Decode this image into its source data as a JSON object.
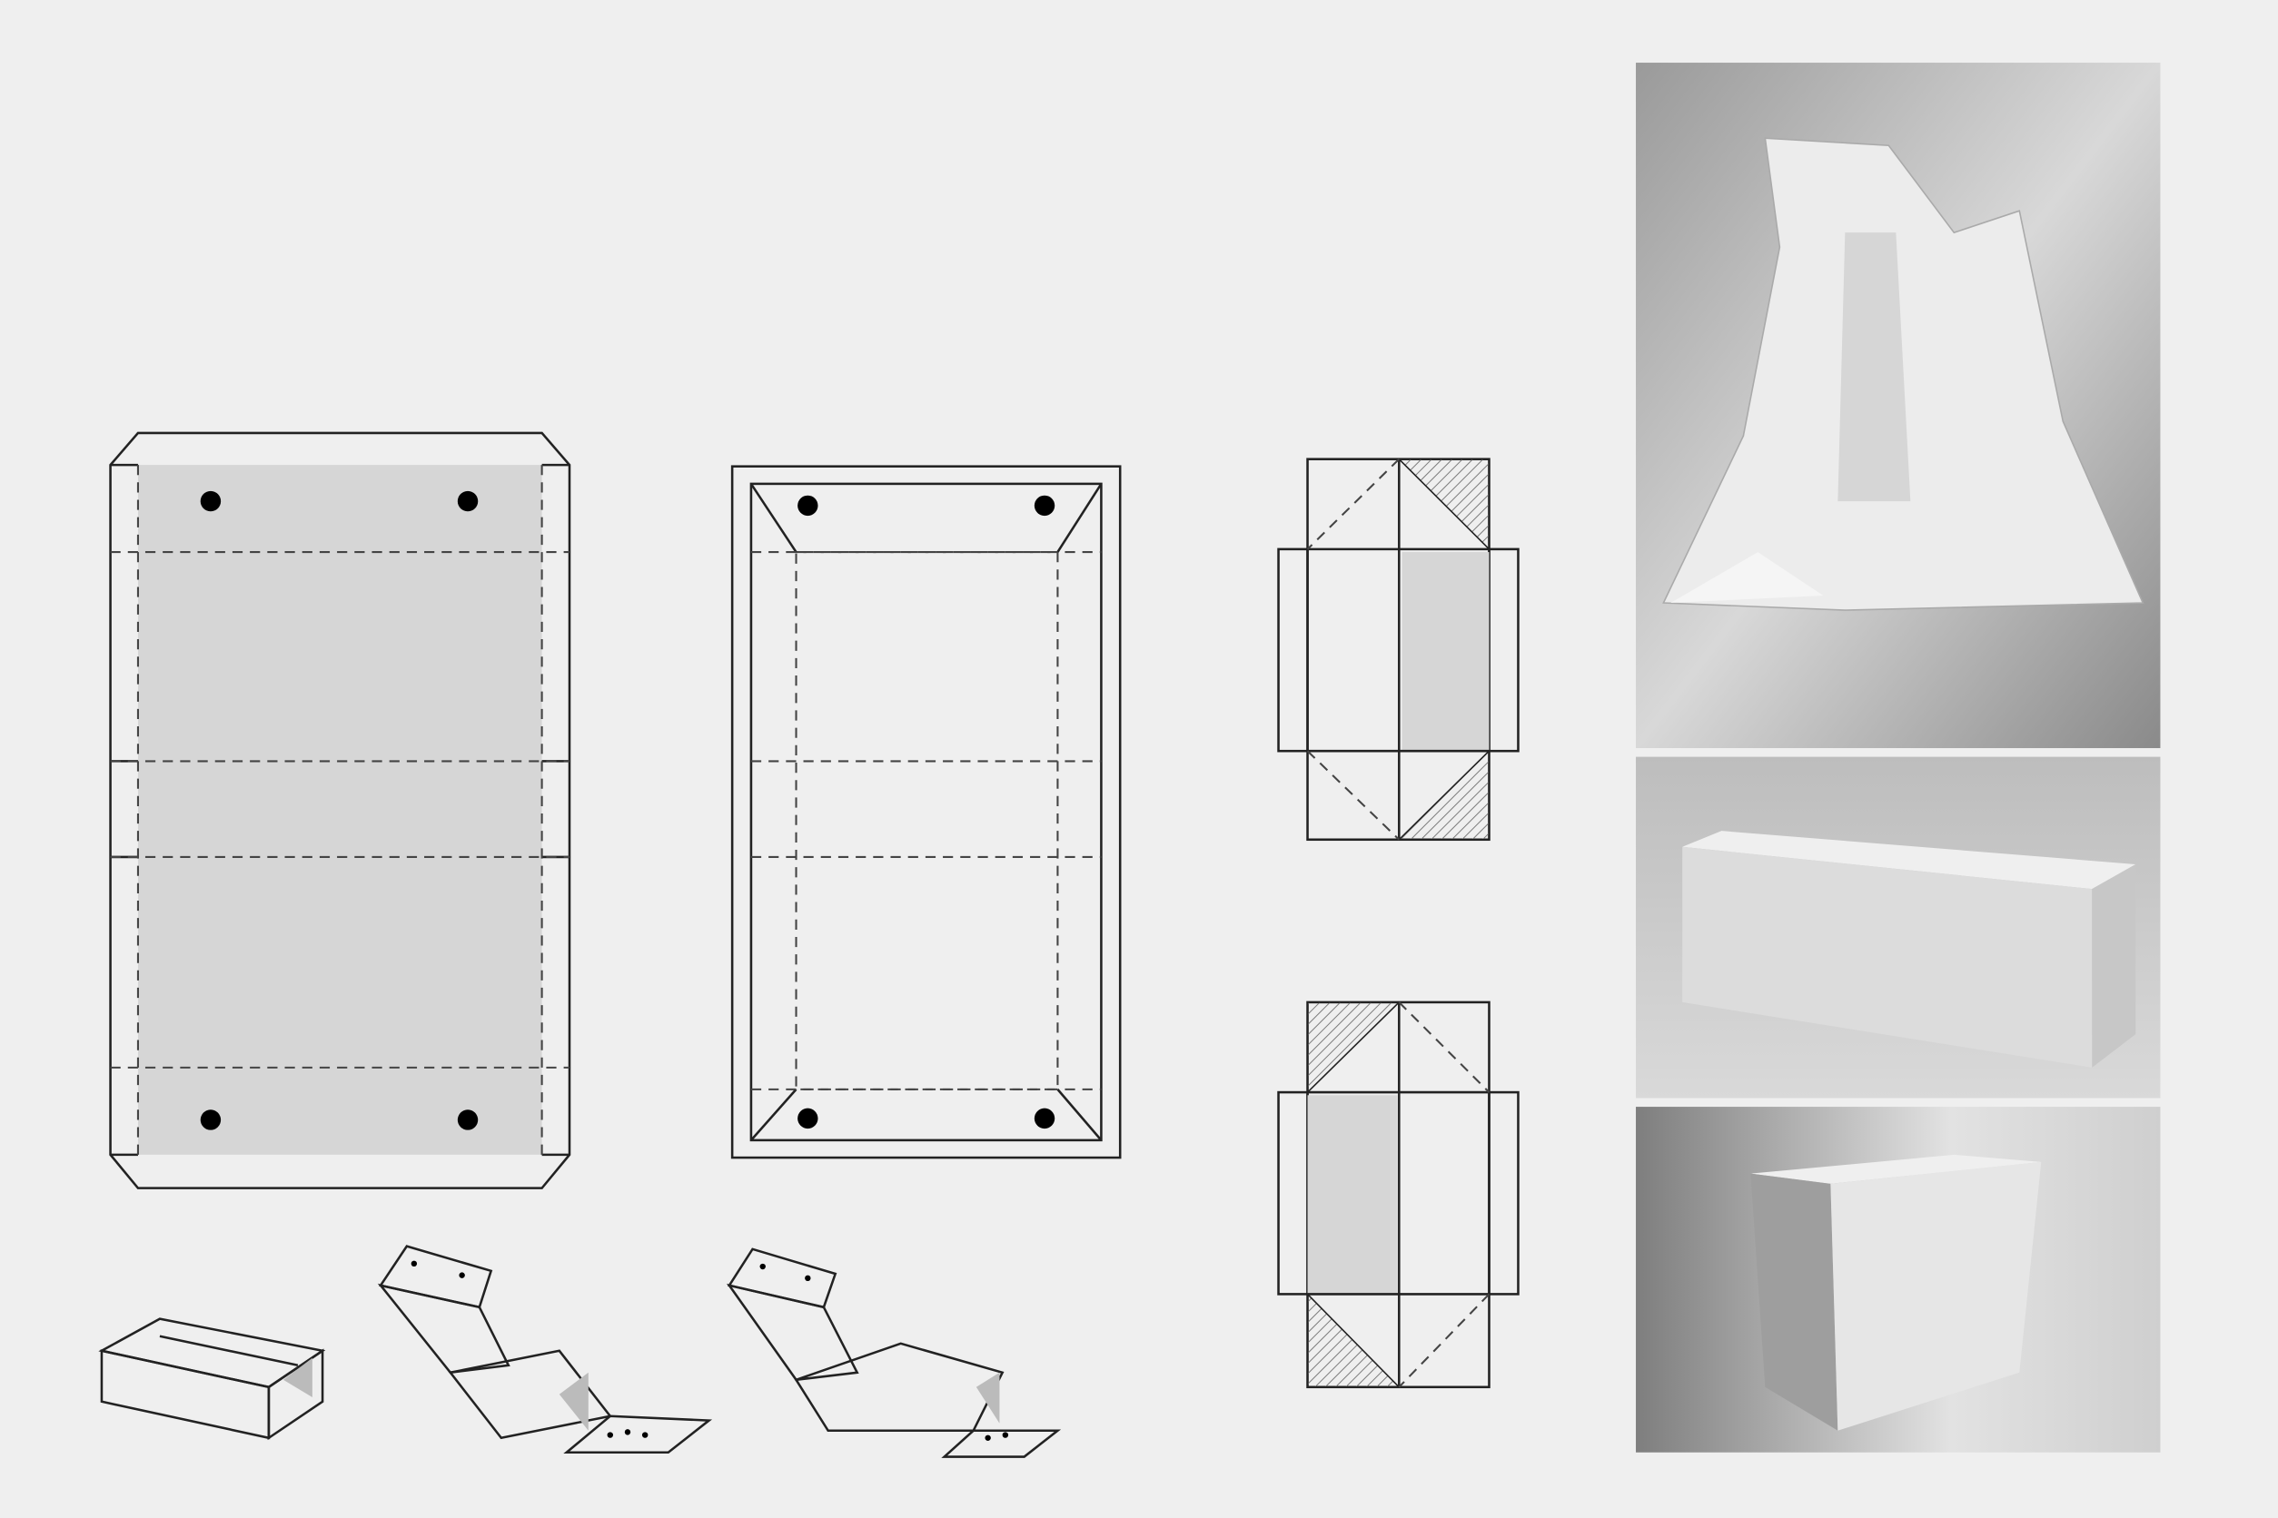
{
  "colors": {
    "background": "#efefef",
    "line": "#222222",
    "panel_fill": "#d6d6d6",
    "hatch": "#777777",
    "dot": "#000000"
  },
  "panels": [
    {
      "name": "dieline-with-flaps"
    },
    {
      "name": "dieline-bordered"
    },
    {
      "name": "side-template-top"
    },
    {
      "name": "side-template-bottom"
    },
    {
      "name": "assembly-sketches"
    },
    {
      "name": "photo-column"
    }
  ]
}
